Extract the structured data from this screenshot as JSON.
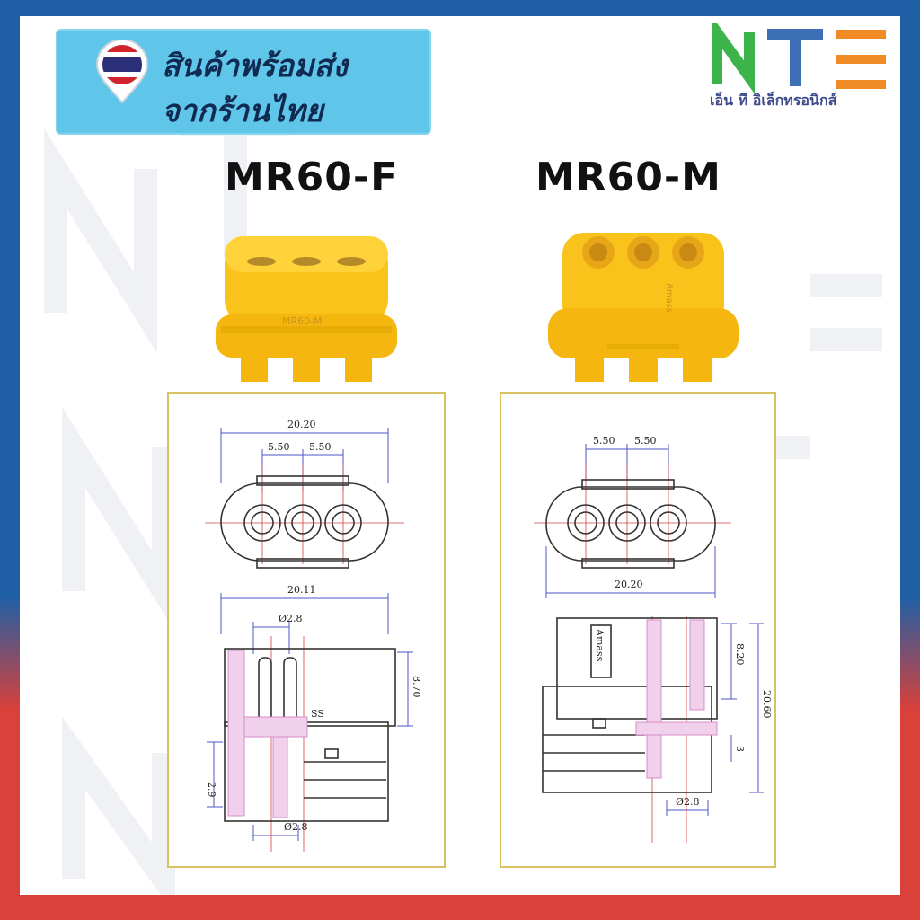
{
  "banner": {
    "line1": "สินค้าพร้อมส่ง",
    "line2": "จากร้านไทย"
  },
  "logo": {
    "letters": "NTE",
    "subtitle": "เอ็น ที อิเล็กทรอนิกส์",
    "colors": {
      "n": "#3db44a",
      "t": "#3d6fb6",
      "e": "#f08a24"
    }
  },
  "products": {
    "female": {
      "title": "MR60-F",
      "body_text": "MR60-M"
    },
    "male": {
      "title": "MR60-M",
      "body_text": "Amass"
    }
  },
  "drawing_female": {
    "width_top": "20.20",
    "pitch_left": "5.50",
    "pitch_right": "5.50",
    "length": "20.11",
    "pin_dia": "Ø2.8",
    "height": "8.70",
    "side": "2.9",
    "bottom_dia": "Ø2.8",
    "mark": "SS"
  },
  "drawing_male": {
    "pitch_left": "5.50",
    "pitch_right": "5.50",
    "width_bottom": "20.20",
    "brand": "Amass",
    "height_top": "8.20",
    "height_total": "20.60",
    "small": "3",
    "bottom_dia": "Ø2.8"
  },
  "colors": {
    "connector": "#f9c31c",
    "connector_shade": "#e0a500",
    "drawing_line": "#333333",
    "dim_line": "#4b57c4",
    "center_line": "#d64040",
    "hatch": "#d88cc8"
  }
}
